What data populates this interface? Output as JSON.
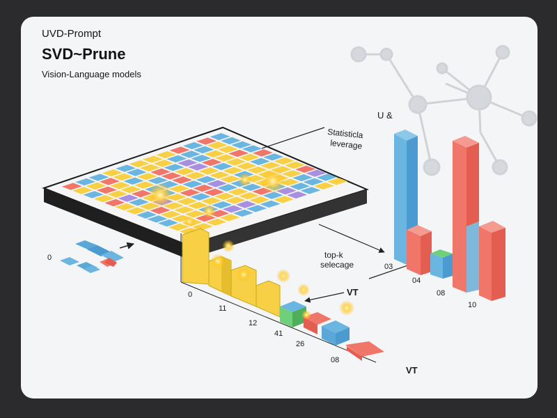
{
  "header": {
    "supertitle": "UVD-Prompt",
    "title": "SVD~Prune",
    "subtitle": "Vision-Language models"
  },
  "labels": {
    "leverage_line1": "Statisticla",
    "leverage_line2": "leverage",
    "topk_line1": "top-k",
    "topk_line2": "selecage",
    "u_label": "U &",
    "vt_mid": "VT",
    "vt_bottom": "VT",
    "left_zero": "0",
    "idx_0": "0",
    "idx_11": "11",
    "idx_12": "12",
    "idx_41": "41",
    "idx_26": "26",
    "idx_08a": "08",
    "idx_03": "03",
    "idx_04": "04",
    "idx_08b": "08",
    "idx_10": "10"
  },
  "colors": {
    "yellow": "#f7d046",
    "blue": "#6bb6e0",
    "red": "#f0766a",
    "purple": "#a98fe0",
    "green": "#6fcf7a",
    "glow": "#ffd24a"
  },
  "icons": [
    "network-graph-icon",
    "token-blocks-icon",
    "arrow-icon"
  ]
}
